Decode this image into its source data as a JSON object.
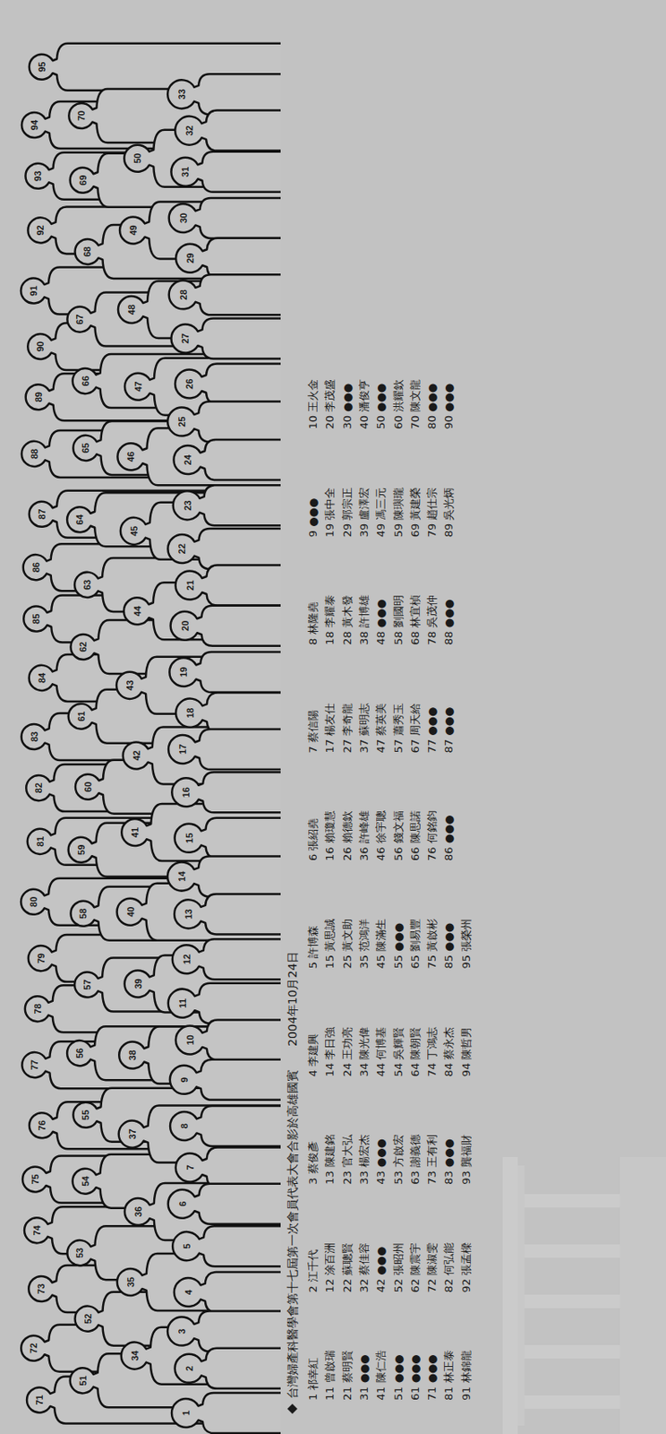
{
  "diagram": {
    "title": "台灣婦產科醫學會第十七屆第一次會員代表大會合影於高雄國賓",
    "labels": [
      "1",
      "2",
      "3",
      "4",
      "5",
      "6",
      "7",
      "8",
      "9",
      "10",
      "11",
      "12",
      "13",
      "14",
      "15",
      "16",
      "17",
      "18",
      "19",
      "20",
      "21",
      "22",
      "23",
      "24",
      "25",
      "26",
      "27",
      "28",
      "29",
      "30",
      "31",
      "32",
      "33",
      "34",
      "35",
      "36",
      "37",
      "38",
      "39",
      "40",
      "41",
      "42",
      "43",
      "44",
      "45",
      "46",
      "47",
      "48",
      "49",
      "50",
      "51",
      "52",
      "53",
      "54",
      "55",
      "56",
      "57",
      "58",
      "59",
      "60",
      "61",
      "62",
      "63",
      "64",
      "65",
      "66",
      "67",
      "68",
      "69",
      "70",
      "71",
      "72",
      "73",
      "74",
      "75",
      "76",
      "77",
      "78",
      "79",
      "80",
      "81",
      "82",
      "83",
      "84",
      "85",
      "86",
      "87",
      "88",
      "89",
      "90",
      "91",
      "92",
      "93",
      "94",
      "95",
      "1 祁幸紅",
      "2 江千代",
      "3 蔡俊彥",
      "4 李建興",
      "5 許博森",
      "6 張紹堯",
      "7 蔡信陽",
      "8 林隆堯",
      "9 ●●●",
      "10 王火金",
      "11 曾啟瑞",
      "12 涂百洲",
      "13 陳建銘",
      "14 李日強",
      "15 黃思誠",
      "16 賴瓊慧",
      "17 楊友仕",
      "18 李耀泰",
      "19 張中全",
      "20 李茂盛",
      "21 蔡明賢",
      "22 蘇聰賢",
      "23 官大弘",
      "24 王功亮",
      "25 黃文助",
      "26 賴德欽",
      "27 李奇龍",
      "28 黃木發",
      "29 郭宗正",
      "30 ●●●",
      "31 ●●●",
      "32 蔡佳容",
      "33 楊宏杰",
      "34 陳光偉",
      "35 范鴻洋",
      "36 許峰雄",
      "37 蘇明志",
      "38 許博雄",
      "39 盧澤宏",
      "40 潘俊亨",
      "41 陳仁浩",
      "42 ●●●",
      "43 ●●●",
      "44 何博基",
      "45 陳滿生",
      "46 徐宇聰",
      "47 蔡英美",
      "48 ●●●",
      "49 馮三元",
      "50 ●●●",
      "51 ●●●",
      "52 張昭州",
      "53 方啟宏",
      "54 吳輝賢",
      "55 ●●●",
      "56 錢文福",
      "57 蕭秀玉",
      "58 劉國明",
      "59 陳璵瓏",
      "60 洪耀欽",
      "61 ●●●",
      "62 陳震宇",
      "63 謝義德",
      "64 陳朝賢",
      "65 劉易豐",
      "66 陳思諾",
      "67 周天給",
      "68 林宜楨",
      "69 黃建榮",
      "70 陳文龍",
      "71 ●●●",
      "72 陳淑雯",
      "73 王有利",
      "74 丁鴻志",
      "75 黃啟彬",
      "76 何銘鈞",
      "77 ●●●",
      "78 吳茂仲",
      "79 趙仕宗",
      "80 ●●●",
      "81 林正泰",
      "82 何弘能",
      "83 ●●●",
      "84 蔡永杰",
      "85 ●●●",
      "86 ●●●",
      "87 ●●●",
      "88 ●●●",
      "89 吳光炳",
      "90 ●●●",
      "91 林錦龍",
      "92 張孟樑",
      "93 龔福財",
      "94 陳哲男",
      "95 張榮州",
      "2004年10月24日"
    ]
  }
}
